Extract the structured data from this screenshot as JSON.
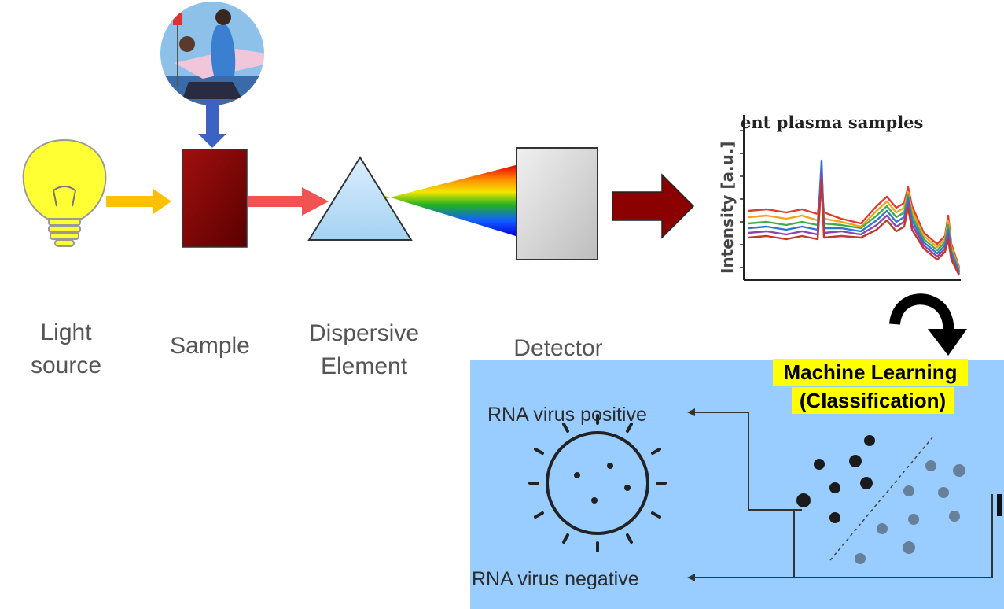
{
  "stages": [
    {
      "label_line1": "Light",
      "label_line2": "source"
    },
    {
      "label_line1": "Sample",
      "label_line2": ""
    },
    {
      "label_line1": "Dispersive",
      "label_line2": "Element"
    },
    {
      "label_line1": "Detector",
      "label_line2": ""
    }
  ],
  "spectrum": {
    "title": "ent plasma samples",
    "ylabel": "Intensity [a.u.]"
  },
  "ml": {
    "title_line1": "Machine Learning",
    "title_line2": "(Classification)",
    "positive_label": "RNA virus positive",
    "negative_label": "RNA virus negative"
  },
  "colors": {
    "bulb": "#ffff33",
    "sample": "#8b0000",
    "ml_panel_bg": "#99ccff",
    "highlight": "#ffff00",
    "detector": "#d6d6d6"
  }
}
